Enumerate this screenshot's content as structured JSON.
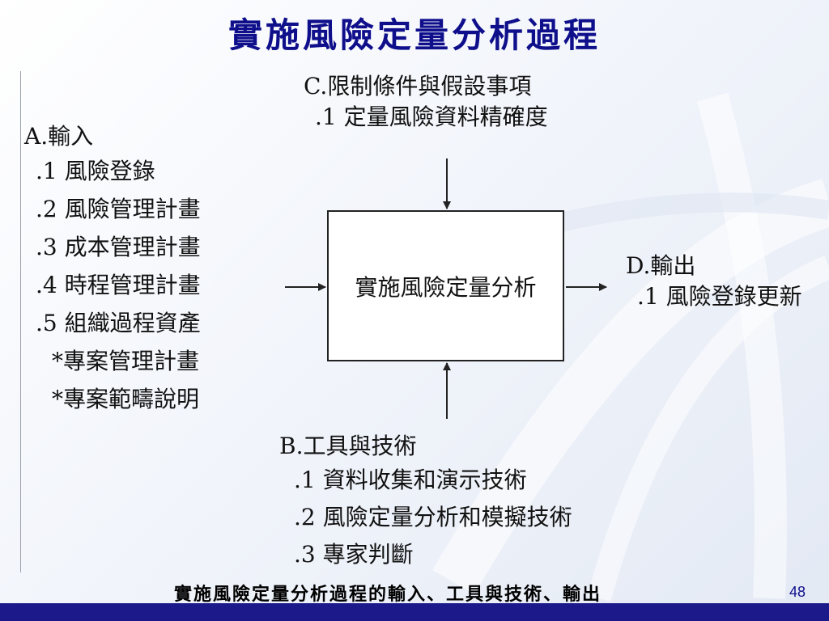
{
  "title": "實施風險定量分析過程",
  "process": "實施風險定量分析",
  "inputs": {
    "heading": "A.輸入",
    "items": [
      ".1 風險登錄",
      ".2 風險管理計畫",
      ".3 成本管理計畫",
      ".4 時程管理計畫",
      ".5 組織過程資產",
      "*專案管理計畫",
      "*專案範疇說明"
    ]
  },
  "constraints": {
    "heading": "C.限制條件與假設事項",
    "items": [
      ".1 定量風險資料精確度"
    ]
  },
  "tools": {
    "heading": "B.工具與技術",
    "items": [
      ".1 資料收集和演示技術",
      ".2 風險定量分析和模擬技術",
      ".3 專家判斷"
    ]
  },
  "outputs": {
    "heading": "D.輸出",
    "items": [
      ".1 風險登錄更新"
    ]
  },
  "caption": "實施風險定量分析過程的輸入、工具與技術、輸出",
  "page_number": "48",
  "colors": {
    "title": "#0f0f8c",
    "bottom_bar": "#1c1a8a",
    "background": "#eef2f9"
  }
}
